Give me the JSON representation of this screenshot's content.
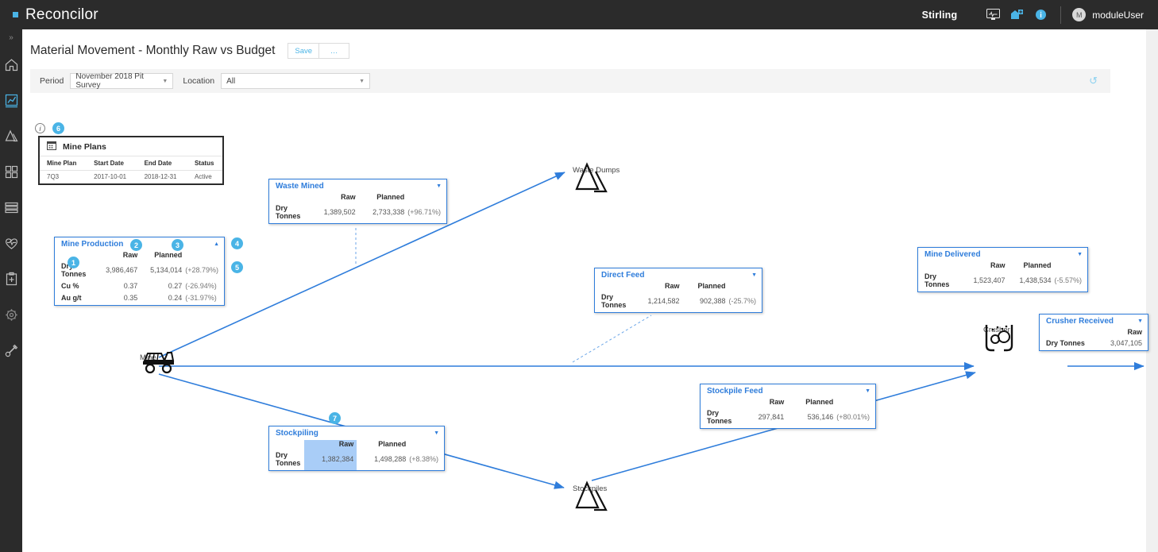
{
  "topbar": {
    "brand": "Reconcilor",
    "tenant": "Stirling",
    "icons": [
      "monitor-pulse-icon",
      "building-add-icon",
      "info-circle-icon"
    ],
    "avatar_initial": "M",
    "username": "moduleUser"
  },
  "rail": {
    "collapse_label": "»",
    "items": [
      {
        "name": "home-icon",
        "active": false
      },
      {
        "name": "chart-line-icon",
        "active": true
      },
      {
        "name": "stockpile-cone-icon",
        "active": false
      },
      {
        "name": "grid-dashboard-icon",
        "active": false
      },
      {
        "name": "layers-icon",
        "active": false
      },
      {
        "name": "heart-pulse-icon",
        "active": false
      },
      {
        "name": "clipboard-plus-icon",
        "active": false
      },
      {
        "name": "gear-icon",
        "active": false
      },
      {
        "name": "wrench-icon",
        "active": false
      }
    ]
  },
  "header": {
    "title": "Material Movement - Monthly Raw vs Budget",
    "save_label": "Save",
    "more_label": "…"
  },
  "filters": {
    "period_label": "Period",
    "period_value": "November 2018 Pit Survey",
    "location_label": "Location",
    "location_value": "All",
    "refresh_icon": "refresh-icon"
  },
  "mine_plans": {
    "badge": "6",
    "info_icon": "info-icon",
    "panel_icon": "calendar-icon",
    "title": "Mine Plans",
    "columns": [
      "Mine Plan",
      "Start Date",
      "End Date",
      "Status"
    ],
    "rows": [
      [
        "7Q3",
        "2017-10-01",
        "2018-12-31",
        "Active"
      ]
    ]
  },
  "cards": {
    "mine_production": {
      "title": "Mine Production",
      "caret": "▲",
      "columns": [
        "",
        "Raw",
        "Planned",
        ""
      ],
      "rows": [
        {
          "label": "Dry Tonnes",
          "raw": "3,986,467",
          "planned": "5,134,014",
          "pct": "(+28.79%)"
        },
        {
          "label": "Cu %",
          "raw": "0.37",
          "planned": "0.27",
          "pct": "(-26.94%)"
        },
        {
          "label": "Au g/t",
          "raw": "0.35",
          "planned": "0.24",
          "pct": "(-31.97%)"
        }
      ],
      "badges": [
        "1",
        "2",
        "3",
        "4",
        "5"
      ]
    },
    "waste_mined": {
      "title": "Waste Mined",
      "caret": "▼",
      "columns": [
        "",
        "Raw",
        "Planned",
        ""
      ],
      "rows": [
        {
          "label": "Dry Tonnes",
          "raw": "1,389,502",
          "planned": "2,733,338",
          "pct": "(+96.71%)"
        }
      ]
    },
    "direct_feed": {
      "title": "Direct Feed",
      "caret": "▼",
      "columns": [
        "",
        "Raw",
        "Planned",
        ""
      ],
      "rows": [
        {
          "label": "Dry Tonnes",
          "raw": "1,214,582",
          "planned": "902,388",
          "pct": "(-25.7%)"
        }
      ]
    },
    "mine_delivered": {
      "title": "Mine Delivered",
      "caret": "▼",
      "columns": [
        "",
        "Raw",
        "Planned",
        ""
      ],
      "rows": [
        {
          "label": "Dry Tonnes",
          "raw": "1,523,407",
          "planned": "1,438,534",
          "pct": "(-5.57%)"
        }
      ]
    },
    "crusher_received": {
      "title": "Crusher Received",
      "caret": "▼",
      "columns": [
        "",
        "Raw"
      ],
      "rows": [
        {
          "label": "Dry Tonnes",
          "raw": "3,047,105"
        }
      ]
    },
    "stockpile_feed": {
      "title": "Stockpile Feed",
      "caret": "▼",
      "columns": [
        "",
        "Raw",
        "Planned",
        ""
      ],
      "rows": [
        {
          "label": "Dry Tonnes",
          "raw": "297,841",
          "planned": "536,146",
          "pct": "(+80.01%)"
        }
      ]
    },
    "stockpiling": {
      "title": "Stockpiling",
      "caret": "▼",
      "badge": "7",
      "columns": [
        "",
        "Raw",
        "Planned",
        ""
      ],
      "rows": [
        {
          "label": "Dry Tonnes",
          "raw": "1,382,384",
          "planned": "1,498,288",
          "pct": "(+8.38%)"
        }
      ],
      "highlight_column": "Raw"
    }
  },
  "nodes": {
    "mine": {
      "label": "Mine",
      "icon": "haul-truck-icon"
    },
    "waste_dumps": {
      "label": "Waste Dumps",
      "icon": "dump-cone-icon"
    },
    "stockpiles": {
      "label": "Stockpiles",
      "icon": "stockpile-cone-icon"
    },
    "crusher": {
      "label": "Crusher",
      "icon": "crusher-icon"
    }
  },
  "colors": {
    "accent": "#4ab4e6",
    "link": "#2f7ddb",
    "topbar_bg": "#2b2b2b",
    "highlight": "#a9cdf7"
  }
}
